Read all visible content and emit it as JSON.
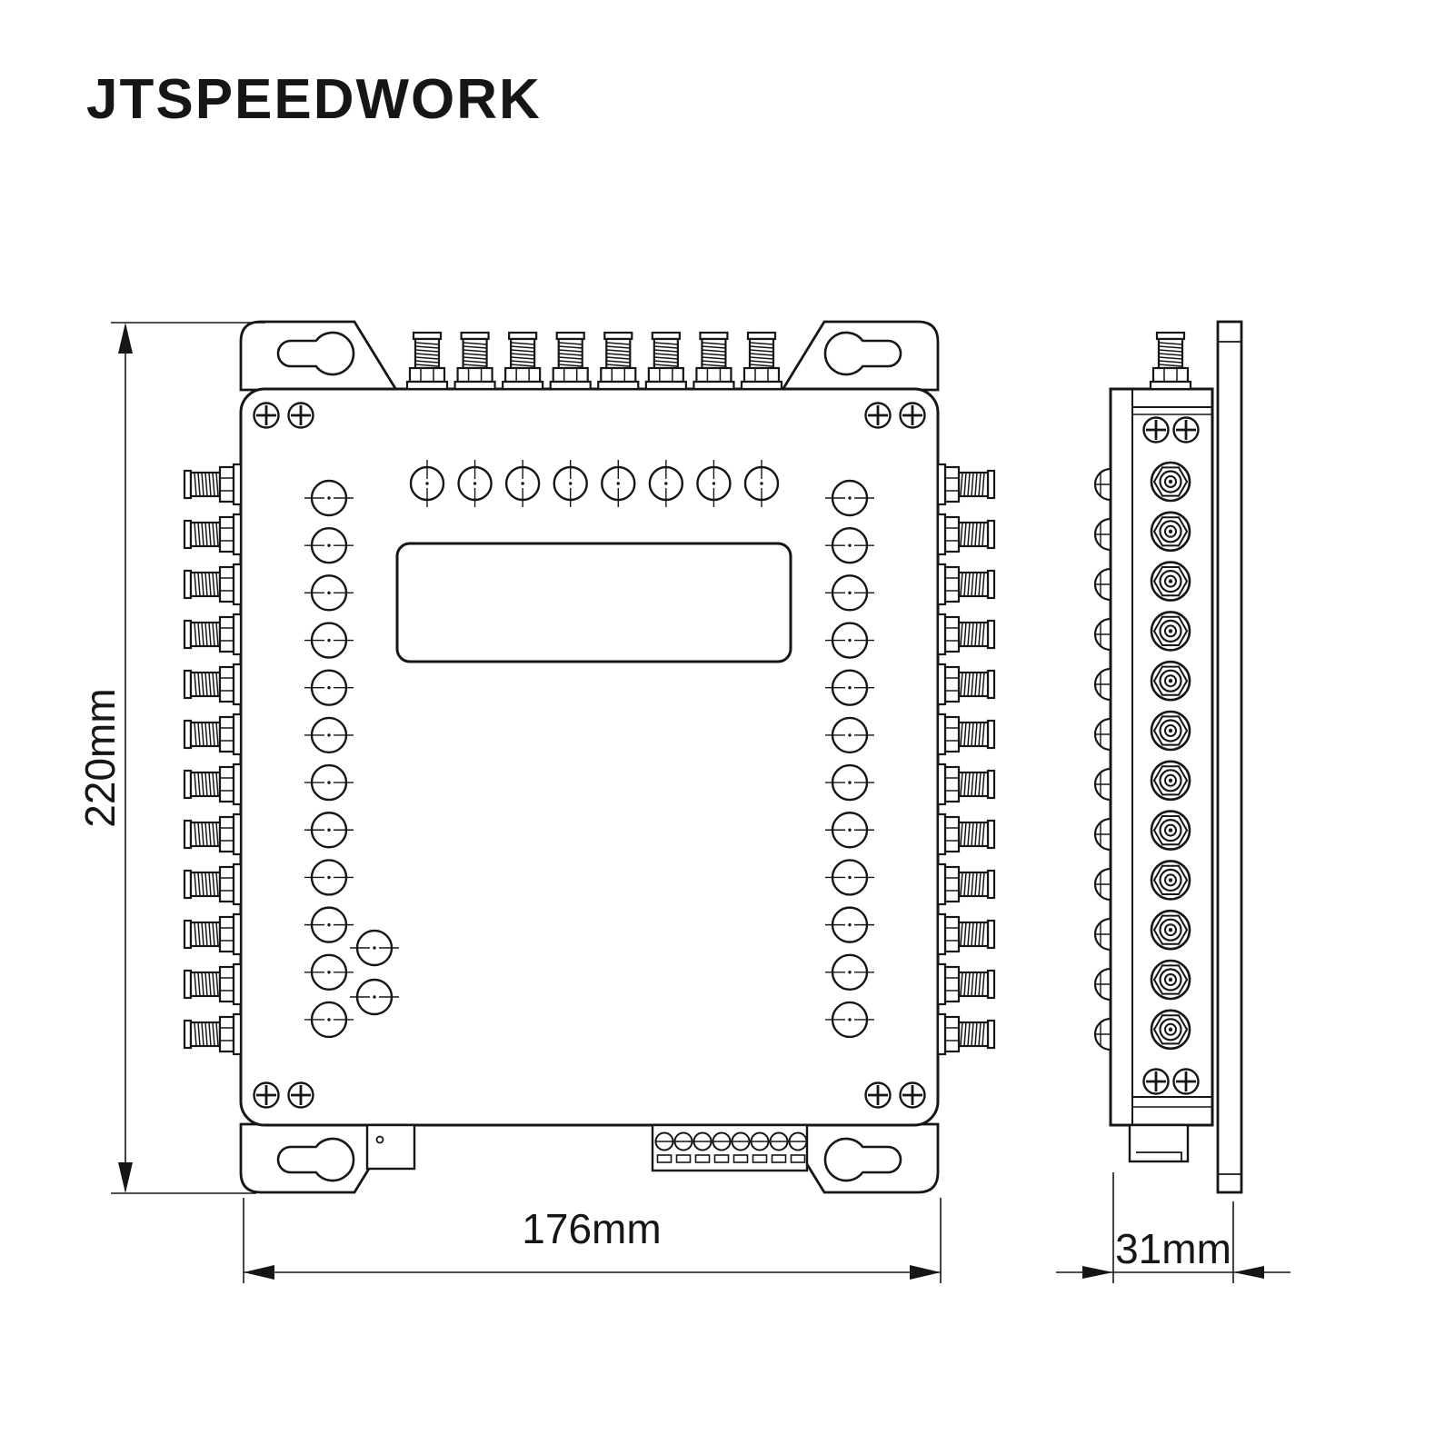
{
  "page": {
    "background": "#ffffff"
  },
  "brand": {
    "logo_text": "JTSPEEDWORK",
    "logo_color": "#2b3492"
  },
  "drawing": {
    "ink_color": "#161616",
    "fill_color": "#ffffff"
  },
  "dimensions": {
    "height_label": "220mm",
    "width_label": "176mm",
    "depth_label": "31mm"
  },
  "front_view": {
    "top_sma_connectors": 8,
    "left_sma_connectors": 12,
    "right_sma_connectors": 12,
    "top_indicators": 8,
    "left_indicators": 12,
    "right_indicators": 12,
    "aux_indicators": 2,
    "corner_screws": 8,
    "terminal_contacts": 8,
    "mounting_keyholes": 4
  },
  "side_view": {
    "coax_ports": 12,
    "profile_bumps": 12,
    "top_sma_connectors": 1,
    "screws": 4
  }
}
